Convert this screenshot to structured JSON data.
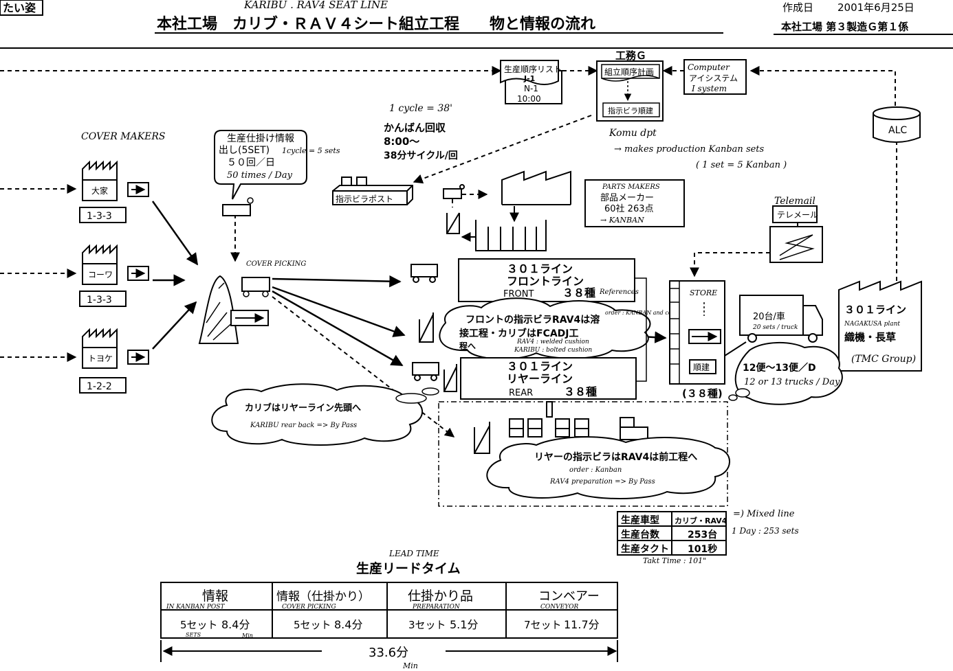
{
  "header": {
    "corner_label": "たい姿",
    "handwritten_title": "KARIBU . RAV4 SEAT LINE",
    "title": "本社工場　カリブ・ＲＡＶ４シート組立工程　　物と情報の流れ",
    "created_label": "作成日",
    "created_date": "2001年6月25日",
    "department": "本社工場 第３製造Ｇ第１係"
  },
  "cover_makers": {
    "note": "COVER MAKERS",
    "suppliers": [
      {
        "name": "大家",
        "code": "1-3-3"
      },
      {
        "name": "コーワ",
        "code": "1-3-3"
      },
      {
        "name": "トヨケ",
        "code": "1-2-2"
      }
    ]
  },
  "info_bubble": {
    "line1": "生産仕掛け情報",
    "line2": "出し(5SET)",
    "line2_note": "1cycle = 5 sets",
    "line3": "５０回／日",
    "line4_note": "50 times / Day"
  },
  "cycle_note": "1 cycle = 38'",
  "kanban_collect": {
    "line1": "かんばん回収",
    "line2": "8:00〜",
    "line3": "38分サイクル/回"
  },
  "post_label": "指示ビラポスト",
  "cover_picking": "COVER PICKING",
  "komu": {
    "title": "工務Ｇ",
    "plan": "組立順序計画",
    "issue": "指示ビラ順建",
    "note": "Komu dpt",
    "note2": "→ makes production Kanban sets",
    "note3": "( 1 set = 5 Kanban )"
  },
  "sequence_list": {
    "title": "生産順序リスト",
    "code": "J-1",
    "value": "N-1",
    "time": "10:00"
  },
  "computer": {
    "line1": "Computer",
    "line2": "アイシステム",
    "line3": "I system"
  },
  "alc": "ALC",
  "parts_makers": {
    "note": "PARTS MAKERS",
    "line1": "部品メーカー",
    "line2": "60社 263点",
    "line3": "→ KANBAN"
  },
  "telemail": {
    "note": "Telemail",
    "label": "テレメール"
  },
  "front_line": {
    "title": "３０１ライン",
    "name": "フロントライン",
    "en": "FRONT",
    "count": "３８種",
    "ref": "References"
  },
  "rear_line": {
    "title": "３０１ライン",
    "name": "リヤーライン",
    "en": "REAR",
    "count": "３８種"
  },
  "front_cloud": {
    "line1": "フロントの指示ビラRAV4は溶",
    "line2": "接工程・カリブはFCADJ工",
    "line3": "程へ",
    "note1": "RAV4 : welded cushion",
    "note2": "KARIBU : bolted cushion",
    "note3": "order : KANBAN and covers"
  },
  "karibu_cloud": {
    "line1": "カリブはリヤーライン先頭へ",
    "note": "KARIBU rear back => By Pass"
  },
  "rear_cloud": {
    "line1": "リヤーの指示ビラはRAV4は前工程へ",
    "note1": "order : Kanban",
    "note2": "RAV4 preparation => By Pass"
  },
  "store": {
    "label": "STORE",
    "seq": "順建",
    "count": "(３８種)"
  },
  "truck": {
    "label": "20台/車",
    "note": "20 sets / truck"
  },
  "customer": {
    "title": "３０１ライン",
    "note": "NAGAKUSA plant",
    "name": "織機・長草",
    "group": "(TMC Group)"
  },
  "delivery": {
    "line1": "12便〜13便／D",
    "line2": "12 or 13 trucks / Day"
  },
  "production_table": {
    "rows": [
      {
        "label": "生産車型",
        "value": "カリブ・RAV4"
      },
      {
        "label": "生産台数",
        "value": "253台"
      },
      {
        "label": "生産タクト",
        "value": "101秒"
      }
    ],
    "note_mixed": "=) Mixed line",
    "note_day": "1 Day : 253 sets",
    "note_takt": "Takt Time : 101\""
  },
  "lead_time": {
    "note": "LEAD TIME",
    "title": "生産リードタイム",
    "columns": [
      {
        "header": "情報",
        "note": "IN KANBAN POST",
        "sets": "5セット",
        "minutes": "8.4分",
        "sets_note": "SETS",
        "min_note": "Min"
      },
      {
        "header": "情報（仕掛かり）",
        "note": "COVER PICKING",
        "sets": "5セット",
        "minutes": "8.4分"
      },
      {
        "header": "仕掛かり品",
        "note": "PREPARATION",
        "sets": "3セット",
        "minutes": "5.1分"
      },
      {
        "header": "コンベアー",
        "note": "CONVEYOR",
        "sets": "7セット",
        "minutes": "11.7分"
      }
    ],
    "total": "33.6分",
    "total_note": "Min"
  }
}
